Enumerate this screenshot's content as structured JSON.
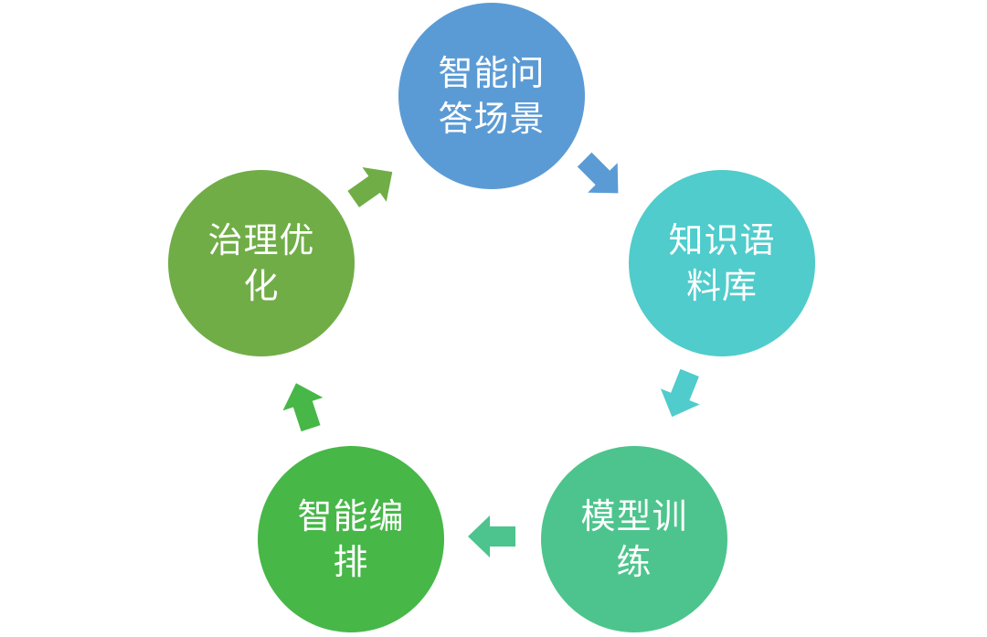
{
  "diagram": {
    "nodes": [
      {
        "id": "qa-scenario",
        "label": "智能问答场景",
        "color": "#5b9bd5"
      },
      {
        "id": "knowledge-corpus",
        "label": "知识语料库",
        "color": "#4fcccb"
      },
      {
        "id": "model-training",
        "label": "模型训练",
        "color": "#4dc48d"
      },
      {
        "id": "smart-orchestration",
        "label": "智能编排",
        "color": "#47b748"
      },
      {
        "id": "governance-optimization",
        "label": "治理优化",
        "color": "#70ad47"
      }
    ],
    "arrows": [
      {
        "from": "qa-scenario",
        "to": "knowledge-corpus",
        "color": "#5b9bd5"
      },
      {
        "from": "knowledge-corpus",
        "to": "model-training",
        "color": "#4fcccb"
      },
      {
        "from": "model-training",
        "to": "smart-orchestration",
        "color": "#4dc48d"
      },
      {
        "from": "smart-orchestration",
        "to": "governance-optimization",
        "color": "#47b748"
      },
      {
        "from": "governance-optimization",
        "to": "qa-scenario",
        "color": "#70ad47"
      }
    ]
  }
}
